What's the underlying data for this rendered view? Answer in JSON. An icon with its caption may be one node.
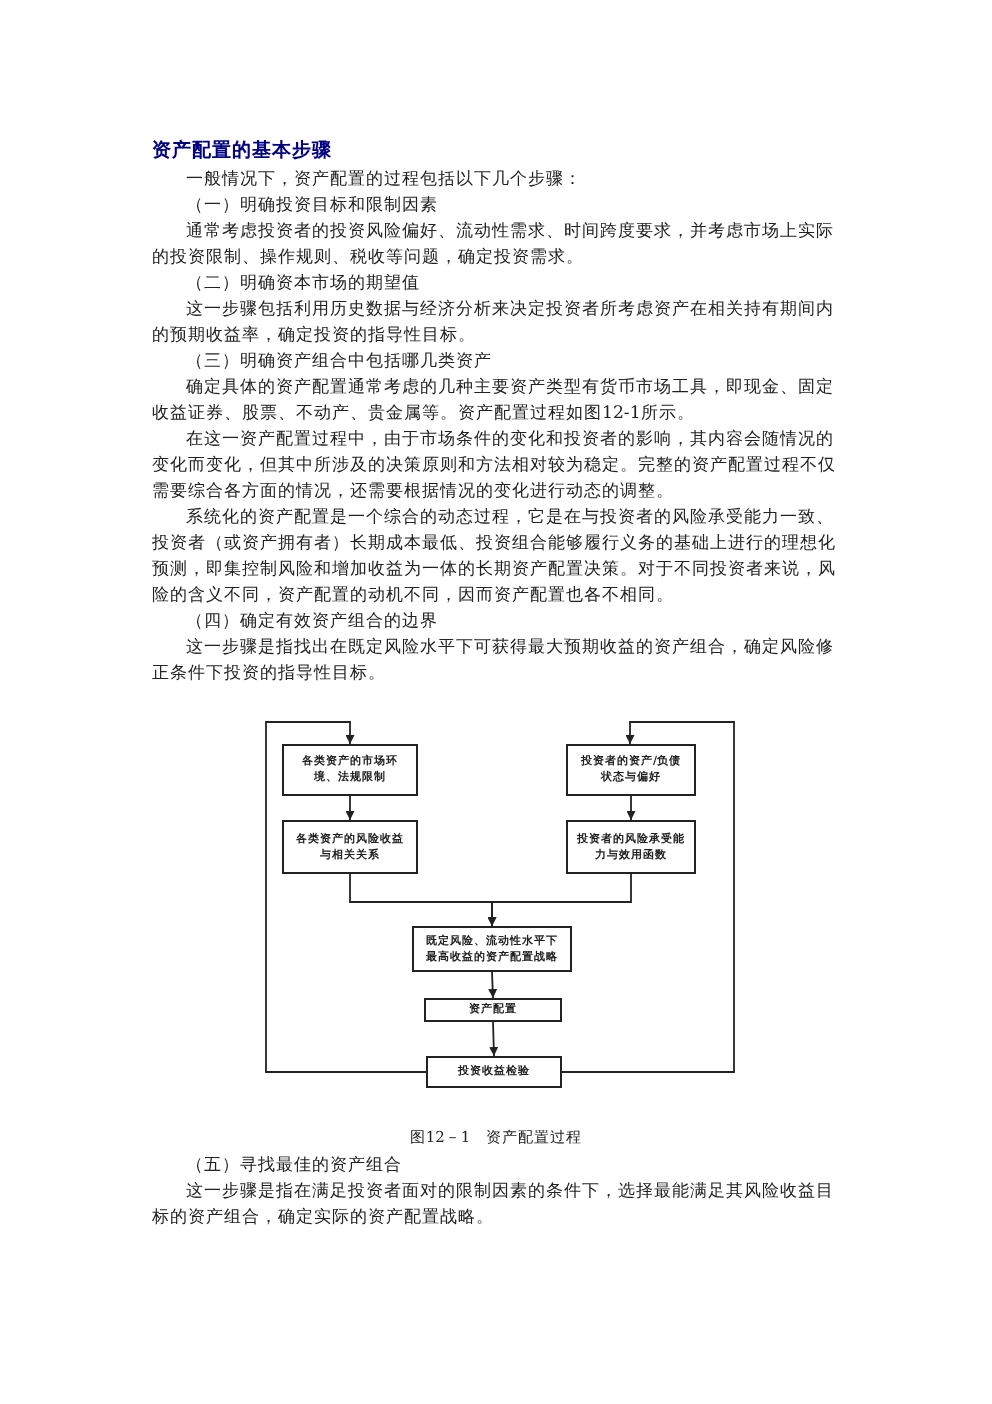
{
  "diagram": {
    "title": "资产配置的基本步骤",
    "caption": "图12－1　资产配置过程",
    "nodes": [
      {
        "text": [
          "各类资产的市场环境、法规限制"
        ]
      },
      {
        "text": [
          "投资者的资产/负债状态与偏好"
        ]
      },
      {
        "text": [
          "各类资产的风险收益与相关关系"
        ]
      },
      {
        "text": [
          "投资者的风险承受能力与效用函数"
        ]
      },
      {
        "text": [
          "既定风险、流动性水平下最高收益的资产配置战略"
        ]
      },
      {
        "text": [
          "资产配置"
        ]
      },
      {
        "text": [
          "投资收益检验"
        ]
      }
    ],
    "edges": [
      {
        "from": 0,
        "to": 2,
        "arrow": "to"
      },
      {
        "from": 1,
        "to": 3,
        "arrow": "to"
      },
      {
        "from": 2,
        "to": 4,
        "arrow": "to"
      },
      {
        "from": 3,
        "to": 4,
        "arrow": "to"
      },
      {
        "from": 4,
        "to": 5,
        "arrow": "to"
      },
      {
        "from": 5,
        "to": 6,
        "arrow": "to"
      },
      {
        "from": 6,
        "to": 0,
        "arrow": "to"
      },
      {
        "from": 6,
        "to": 1,
        "arrow": "to"
      }
    ],
    "labels": [
      "一般情况下，资产配置的过程包括以下几个步骤：",
      "（一）明确投资目标和限制因素",
      "通常考虑投资者的投资风险偏好、流动性需求、时间跨度要求，并考虑市场上实际的投资限制、操作规则、税收等问题，确定投资需求。",
      "（二）明确资本市场的期望值",
      "这一步骤包括利用历史数据与经济分析来决定投资者所考虑资产在相关持有期间内的预期收益率，确定投资的指导性目标。",
      "（三）明确资产组合中包括哪几类资产",
      "确定具体的资产配置通常考虑的几种主要资产类型有货币市场工具，即现金、固定收益证券、股票、不动产、贵金属等。资产配置过程如图12-1所示。",
      "在这一资产配置过程中，由于市场条件的变化和投资者的影响，其内容会随情况的变化而变化，但其中所涉及的决策原则和方法相对较为稳定。完整的资产配置过程不仅需要综合各方面的情况，还需要根据情况的变化进行动态的调整。",
      "系统化的资产配置是一个综合的动态过程，它是在与投资者的风险承受能力一致、投资者（或资产拥有者）长期成本最低、投资组合能够履行义务的基础上进行的理想化预测，即集控制风险和增加收益为一体的长期资产配置决策。对于不同投资者来说，风险的含义不同，资产配置的动机不同，因而资产配置也各不相同。",
      "（四）确定有效资产组合的边界",
      "这一步骤是指找出在既定风险水平下可获得最大预期收益的资产组合，确定风险修正条件下投资的指导性目标。",
      "（五）寻找最佳的资产组合",
      "这一步骤是指在满足投资者面对的限制因素的条件下，选择最能满足其风险收益目标的资产组合，确定实际的资产配置战略。"
    ]
  }
}
